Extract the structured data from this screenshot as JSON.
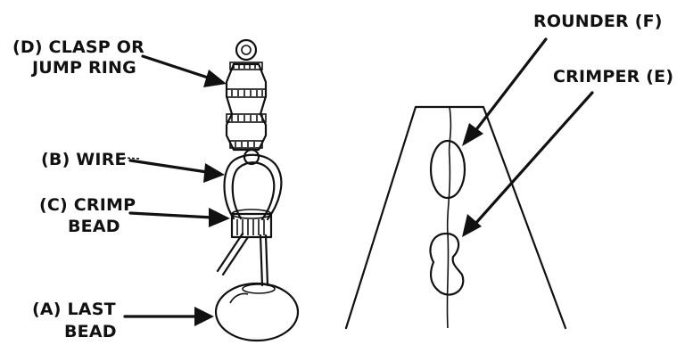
{
  "diagram": {
    "left_labels": {
      "clasp": [
        "(D) CLASP OR",
        "JUMP RING"
      ],
      "wire": "(B) WIRE",
      "crimp_bead": [
        "(C) CRIMP",
        "BEAD"
      ],
      "last_bead": [
        "(A) LAST",
        "BEAD"
      ]
    },
    "right_labels": {
      "rounder": "ROUNDER (F)",
      "crimper": "CRIMPER (E)"
    }
  }
}
